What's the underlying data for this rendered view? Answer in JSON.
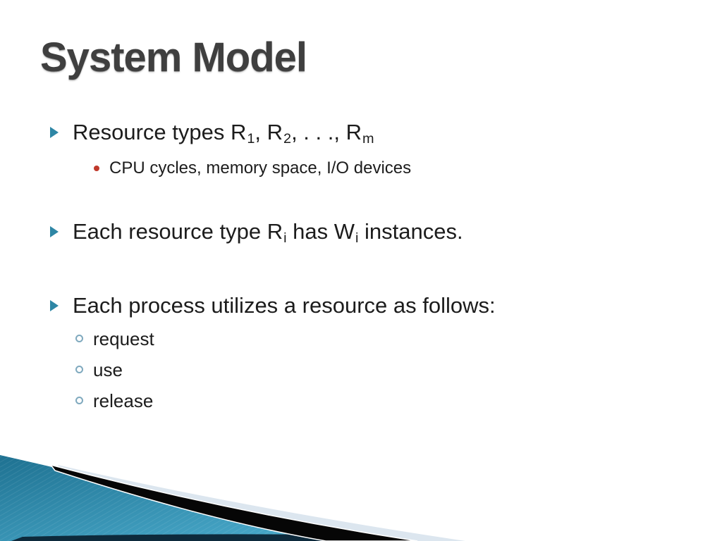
{
  "slide_title": "System Model",
  "content": {
    "bullets": [
      {
        "id": "resource-types",
        "marker": "arrow",
        "segments": [
          {
            "t": "Resource types R"
          },
          {
            "t": "1",
            "sub": true
          },
          {
            "t": ", R"
          },
          {
            "t": "2",
            "sub": true
          },
          {
            "t": ", . . ., R"
          },
          {
            "t": "m",
            "sub": true
          }
        ],
        "children": [
          {
            "marker": "dot",
            "segments": [
              {
                "t": "CPU cycles, memory space, I/O devices"
              }
            ]
          }
        ]
      },
      {
        "id": "instances",
        "marker": "arrow",
        "segments": [
          {
            "t": "Each resource type R"
          },
          {
            "t": "i",
            "sub": true
          },
          {
            "t": " has W"
          },
          {
            "t": "i",
            "sub": true
          },
          {
            "t": " instances."
          }
        ],
        "children": []
      },
      {
        "id": "utilization",
        "marker": "arrow",
        "segments": [
          {
            "t": "Each process utilizes a resource as follows:"
          }
        ],
        "children": [
          {
            "marker": "circle",
            "segments": [
              {
                "t": "request"
              }
            ]
          },
          {
            "marker": "circle",
            "segments": [
              {
                "t": "use"
              }
            ]
          },
          {
            "marker": "circle",
            "segments": [
              {
                "t": "release"
              }
            ]
          }
        ]
      }
    ]
  },
  "colors": {
    "title_text": "#3F3F3F",
    "body_text": "#1C1C1C",
    "bullet_arrow_teal": "#2E86A5",
    "sub_bullet_red": "#C0392B",
    "sub_bullet_circle": "#7FA9BE",
    "deco_teal_dark": "#1E7191",
    "deco_teal_light": "#47A7C8",
    "deco_black": "#060606",
    "deco_pale_blue": "#DCE6EF",
    "deco_navy_edge": "#0D2A3C"
  }
}
